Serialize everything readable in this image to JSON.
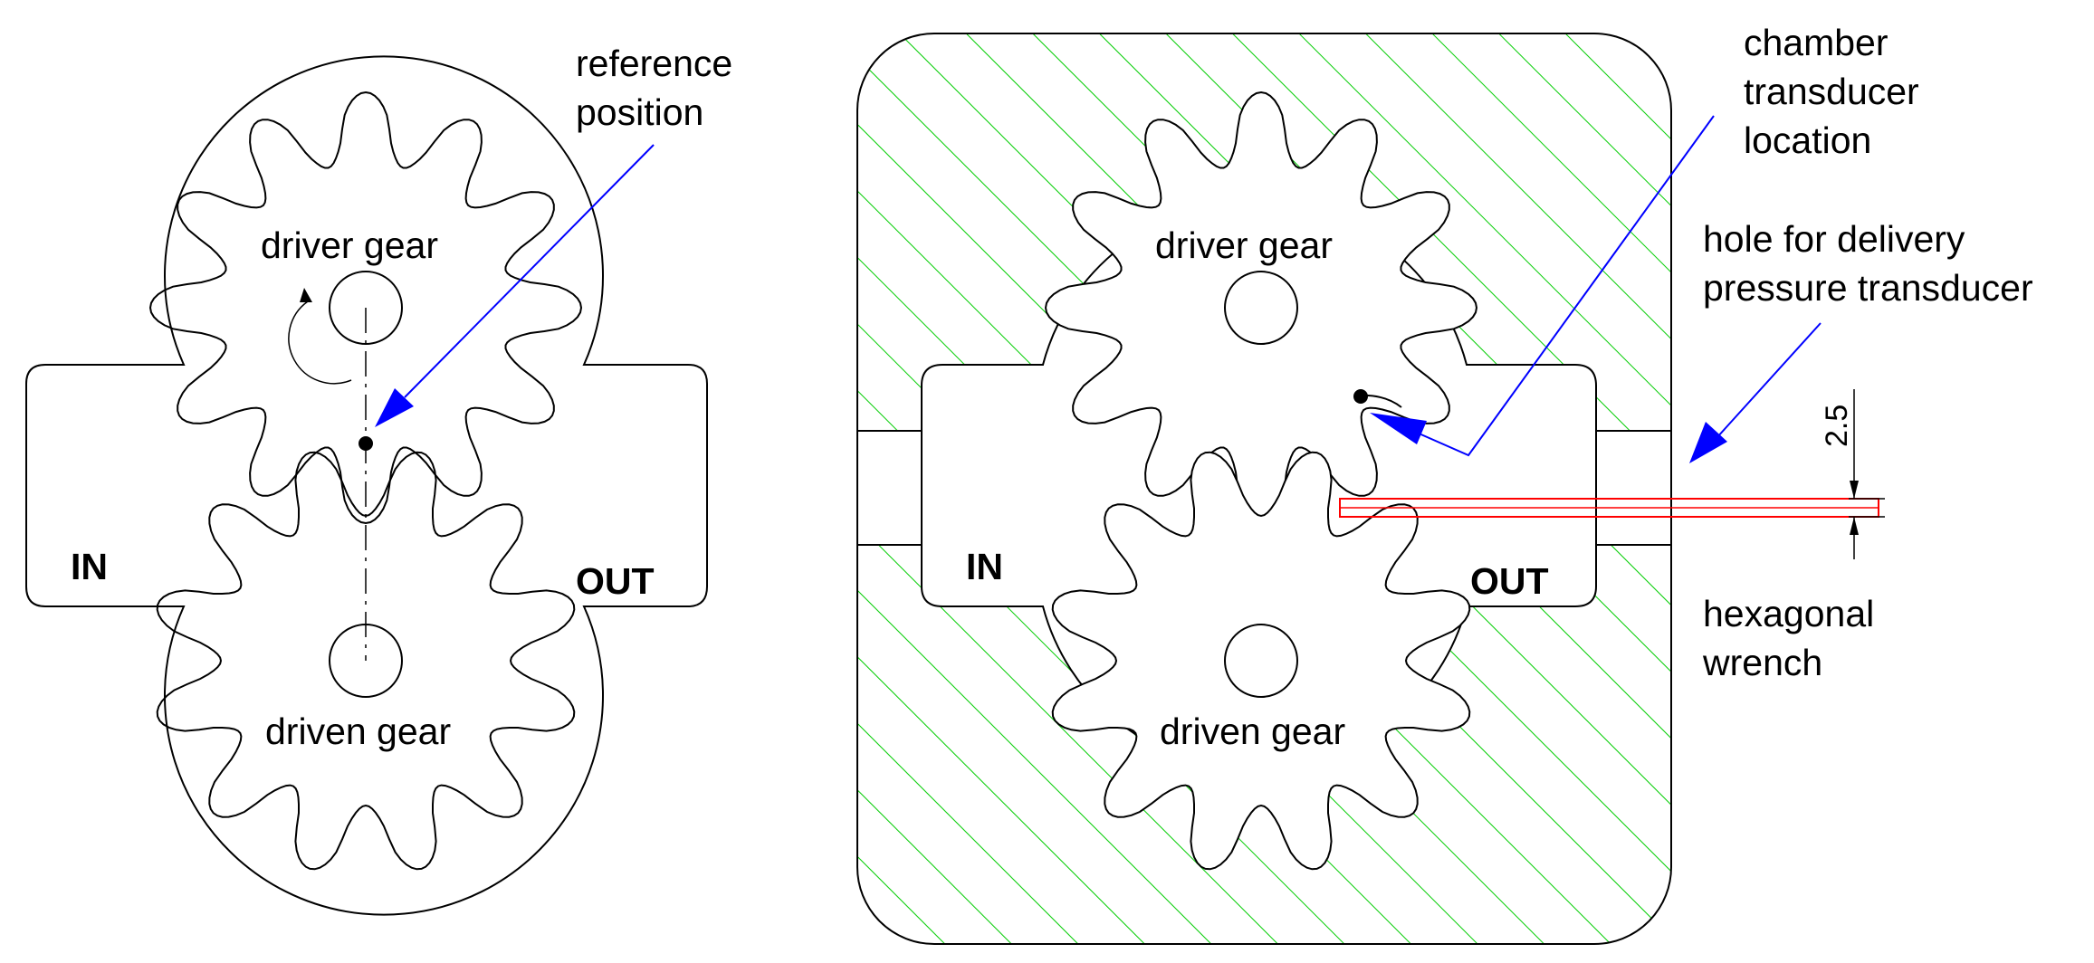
{
  "left_view": {
    "driver_label": "driver gear",
    "driven_label": "driven gear",
    "in_label": "IN",
    "out_label": "OUT",
    "callout_line1": "reference",
    "callout_line2": "position"
  },
  "right_view": {
    "driver_label": "driver gear",
    "driven_label": "driven gear",
    "in_label": "IN",
    "out_label": "OUT",
    "chamber_line1": "chamber",
    "chamber_line2": "transducer",
    "chamber_line3": "location",
    "hole_line1": "hole for delivery",
    "hole_line2": "pressure transducer",
    "wrench_line1": "hexagonal",
    "wrench_line2": "wrench",
    "dimension": "2.5"
  },
  "colors": {
    "line": "#000000",
    "callout": "#0000ff",
    "hatch": "#00cc00",
    "wrench": "#ff0000"
  },
  "gear_teeth": 12
}
